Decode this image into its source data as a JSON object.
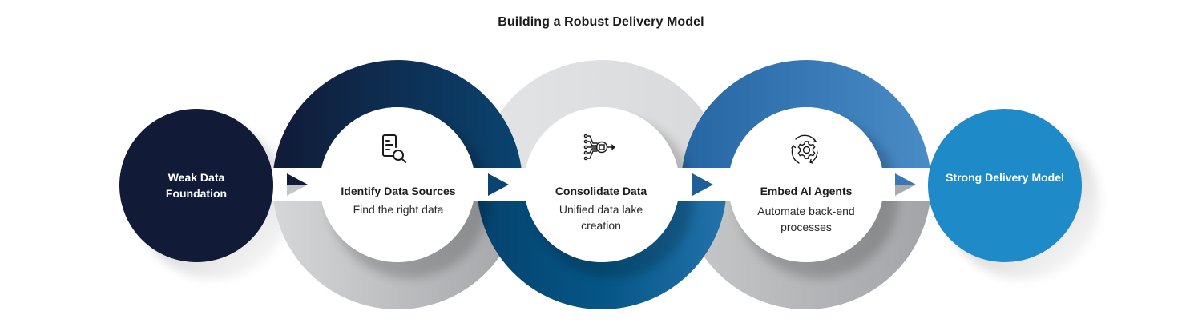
{
  "title": "Building a Robust Delivery Model",
  "start": {
    "label": "Weak Data Foundation",
    "color": "#111a36"
  },
  "end": {
    "label": "Strong Delivery Model",
    "color": "#1e8bc8"
  },
  "steps": [
    {
      "title": "Identify Data Sources",
      "description": "Find the right data",
      "icon": "document-search-icon",
      "top_colors": [
        "#111a36",
        "#0a4470"
      ],
      "bottom_colors": [
        "#c7c8ca",
        "#a2a4a7"
      ]
    },
    {
      "title": "Consolidate Data",
      "description": "Unified data lake creation",
      "icon": "data-consolidation-chip-icon",
      "top_colors": [
        "#e3e4e6",
        "#d8d9db"
      ],
      "bottom_colors": [
        "#05426d",
        "#1e6ca6"
      ]
    },
    {
      "title": "Embed Al Agents",
      "description": "Automate back-end processes",
      "icon": "gear-cycle-icon",
      "top_colors": [
        "#2566a3",
        "#4a8cc6"
      ],
      "bottom_colors": [
        "#c7c8ca",
        "#a2a4a7"
      ]
    }
  ],
  "connector_arrows": [
    {
      "top_color": "#111a36",
      "bottom_color": "#c3c4c6"
    },
    {
      "top_color": "#0a4470",
      "bottom_color": "#0a4470"
    },
    {
      "top_color": "#1e5f98",
      "bottom_color": "#1e5f98"
    },
    {
      "top_color": "#3a78b4",
      "bottom_color": "#a8aaad"
    }
  ]
}
